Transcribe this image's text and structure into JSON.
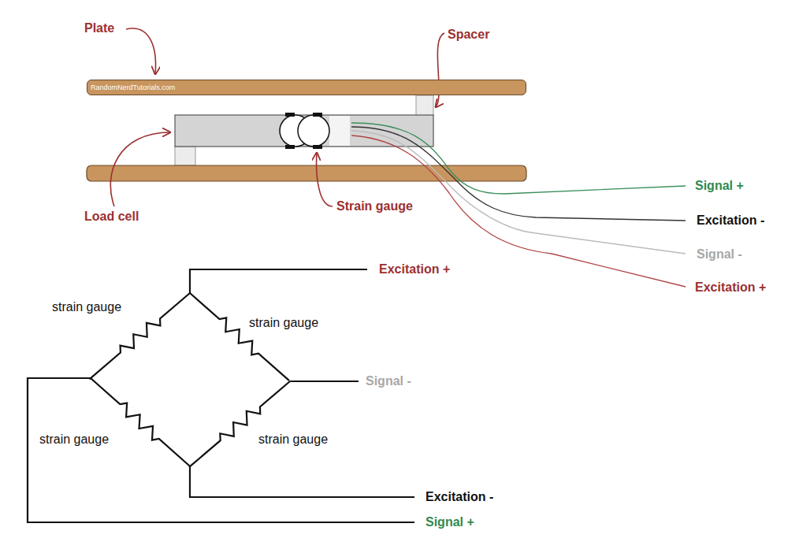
{
  "diagram": {
    "nodes": [
      {
        "text": [
          "RandomNerdTutorials.com"
        ]
      }
    ],
    "labels": [
      "Plate",
      "Spacer",
      "Load cell",
      "Strain gauge",
      "Signal +",
      "Excitation -",
      "Signal -",
      "Excitation +",
      "strain gauge",
      "strain gauge",
      "Excitation +",
      "Signal -",
      "strain gauge",
      "strain gauge",
      "Excitation -",
      "Signal +"
    ]
  }
}
